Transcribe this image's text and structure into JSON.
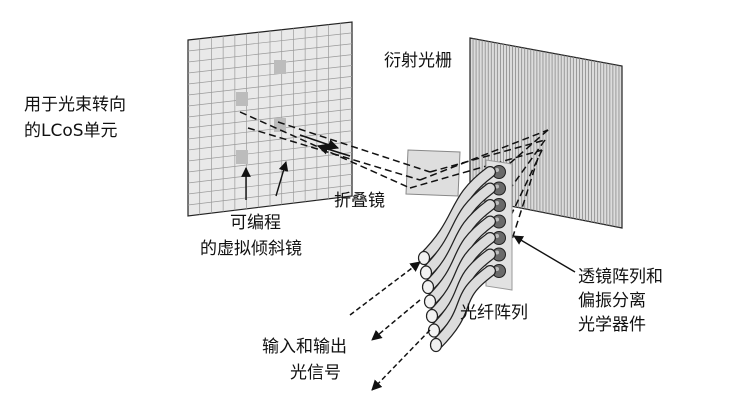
{
  "labels": {
    "lcos_line1": "用于光束转向",
    "lcos_line2": "的LCoS单元",
    "grating": "衍射光栅",
    "folding_mirror": "折叠镜",
    "virtual_mirror_line1": "可编程",
    "virtual_mirror_line2": "的虚拟倾斜镜",
    "lens_line1": "透镜阵列和",
    "lens_line2": "偏振分离",
    "lens_line3": "光学器件",
    "fiber_array": "光纤阵列",
    "io_line1": "输入和输出",
    "io_line2": "光信号"
  },
  "colors": {
    "line": "#111111",
    "panel_fill": "#e6e6e6",
    "grid_line": "#9a9a9a",
    "fiber_fill": "#d8d8d8",
    "lens_dark": "#6a6a6a"
  }
}
